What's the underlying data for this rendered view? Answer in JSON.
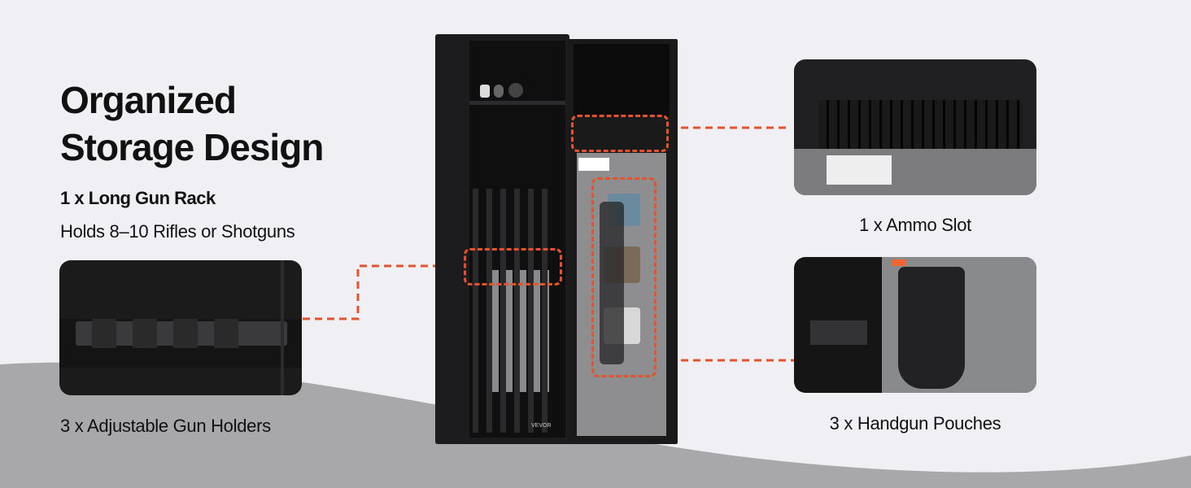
{
  "heading": {
    "line1": "Organized",
    "line2": "Storage Design"
  },
  "rack": {
    "title": "1 x Long Gun Rack",
    "description": "Holds 8–10 Rifles or Shotguns"
  },
  "callouts": {
    "gun_holders": "3 x Adjustable Gun Holders",
    "ammo_slot": "1 x Ammo Slot",
    "handgun_pouches": "3 x Handgun Pouches"
  },
  "brand": "VEVOR",
  "colors": {
    "accent": "#e4532c",
    "background": "#f0eff3",
    "floor": "#a8a8aa",
    "safe": "#1c1c1e",
    "carpet": "#8e8e90"
  }
}
